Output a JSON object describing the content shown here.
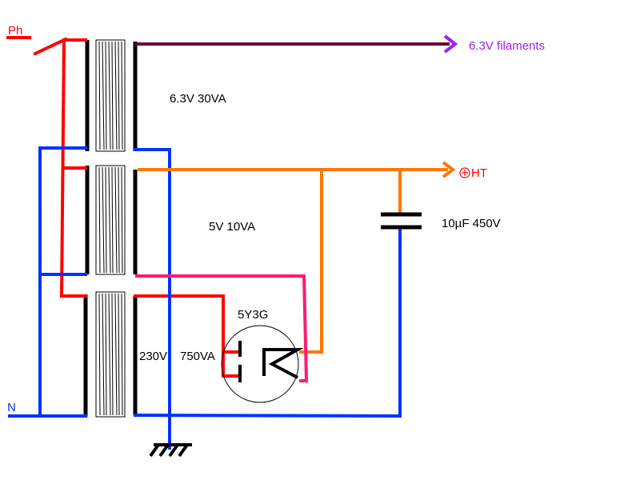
{
  "labels": {
    "phase": "Ph",
    "neutral": "N",
    "filaments_output": "6.3V filaments",
    "ht_output": "HT",
    "filament_transformer": "6.3V 30VA",
    "rectifier_heater_transformer": "5V 10VA",
    "ht_transformer_voltage": "230V",
    "ht_transformer_power": "750VA",
    "rectifier_tube": "5Y3G",
    "capacitor": "10µF 450V"
  },
  "colors": {
    "phase_wire": "#ff0000",
    "neutral_wire": "#0033ff",
    "filament_wire": "#6b0038",
    "ht_wire": "#ff7700",
    "heater_wire": "#ff1a75",
    "winding": "#000000",
    "filament_label": "#a020f0"
  }
}
